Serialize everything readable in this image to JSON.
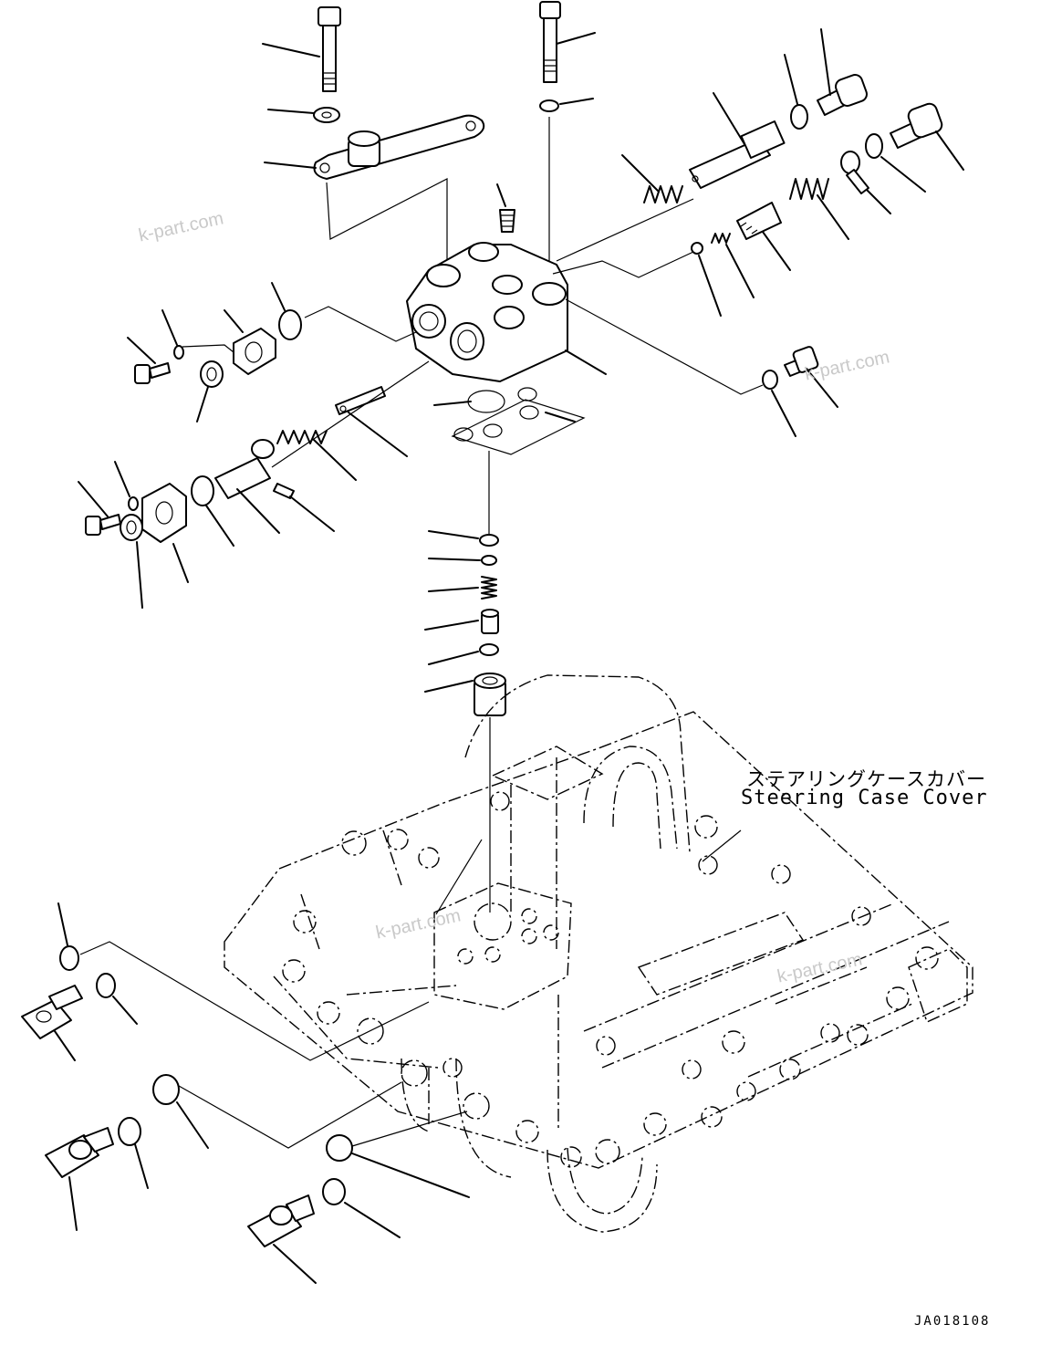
{
  "caption": {
    "jp": "ステアリングケースカバー",
    "en": "Steering Case Cover"
  },
  "drawing_code": "JA018108",
  "watermarks": [
    "k-part.com",
    "k-part.com",
    "k-part.com",
    "k-part.com"
  ]
}
